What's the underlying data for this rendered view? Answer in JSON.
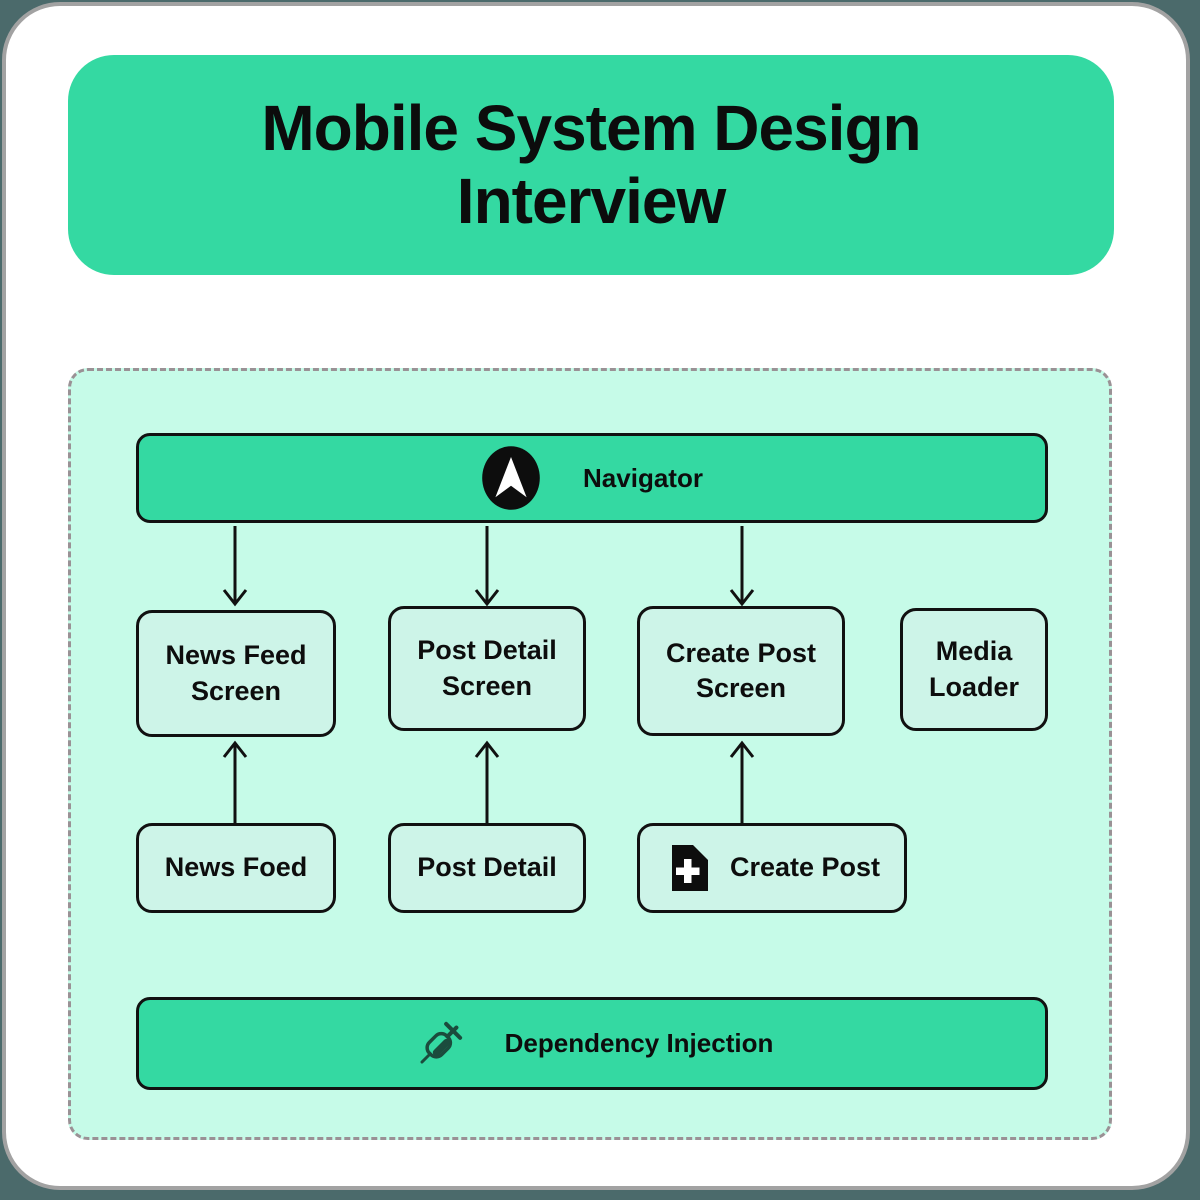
{
  "title": "Mobile System Design Interview",
  "diagram": {
    "navigator": {
      "label": "Navigator",
      "icon": "navigation-arrow-icon"
    },
    "screens": [
      {
        "label": "News Feed Screen"
      },
      {
        "label": "Post Detail Screen"
      },
      {
        "label": "Create Post Screen"
      },
      {
        "label": "Media Loader"
      }
    ],
    "modules": [
      {
        "label": "News Foed"
      },
      {
        "label": "Post Detail"
      },
      {
        "label": "Create Post",
        "icon": "file-plus-icon"
      }
    ],
    "dependency_injection": {
      "label": "Dependency Injection",
      "icon": "syringe-icon"
    }
  },
  "colors": {
    "accent_green": "#34d9a2",
    "panel_mint": "#c6fbe8",
    "node_mint": "#cdf4e8",
    "outline_black": "#111111",
    "dashed_border_gray": "#9a9195",
    "card_border_gray": "#a2a2a2",
    "background_teal": "#4b6a6b",
    "syringe_dark_green": "#1b4c3d"
  }
}
